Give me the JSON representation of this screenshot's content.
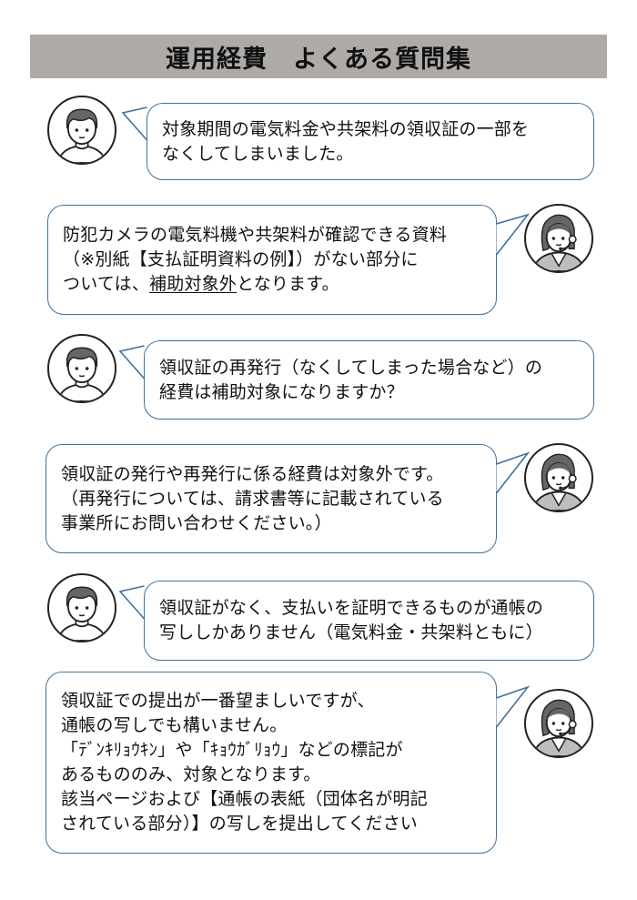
{
  "header": {
    "title": "運用経費　よくある質問集"
  },
  "colors": {
    "header_bg": "#aeaaa7",
    "bubble_border": "#41719c",
    "text": "#111111"
  },
  "qa": [
    {
      "question": {
        "speaker": "person-icon",
        "lines": [
          "対象期間の電気料金や共架料の領収証の一部を",
          "なくしてしまいました。"
        ]
      },
      "answer": {
        "speaker": "operator-icon",
        "lines": [
          "防犯カメラの電気料機や共架料が確認できる資料",
          "（※別紙【支払証明資料の例】）がない部分に"
        ],
        "line3_prefix": "ついては、",
        "line3_underlined": "補助対象外",
        "line3_suffix": "となります。"
      }
    },
    {
      "question": {
        "speaker": "person-icon",
        "lines": [
          "領収証の再発行（なくしてしまった場合など）の",
          "経費は補助対象になりますか？"
        ]
      },
      "answer": {
        "speaker": "operator-icon",
        "lines": [
          "領収証の発行や再発行に係る経費は対象外です。",
          "（再発行については、請求書等に記載されている",
          "事業所にお問い合わせください。）"
        ]
      }
    },
    {
      "question": {
        "speaker": "person-icon",
        "lines": [
          "領収証がなく、支払いを証明できるものが通帳の",
          "写ししかありません（電気料金・共架料ともに）"
        ]
      },
      "answer": {
        "speaker": "operator-icon",
        "lines": [
          "領収証での提出が一番望ましいですが、",
          "通帳の写しでも構いません。",
          "「ﾃﾞﾝｷﾘｮｳｷﾝ」や「ｷｮｳｶﾞﾘｮｳ」などの標記が",
          "あるもののみ、対象となります。",
          "該当ページおよび【通帳の表紙（団体名が明記",
          "されている部分）】の写しを提出してください"
        ]
      }
    }
  ]
}
